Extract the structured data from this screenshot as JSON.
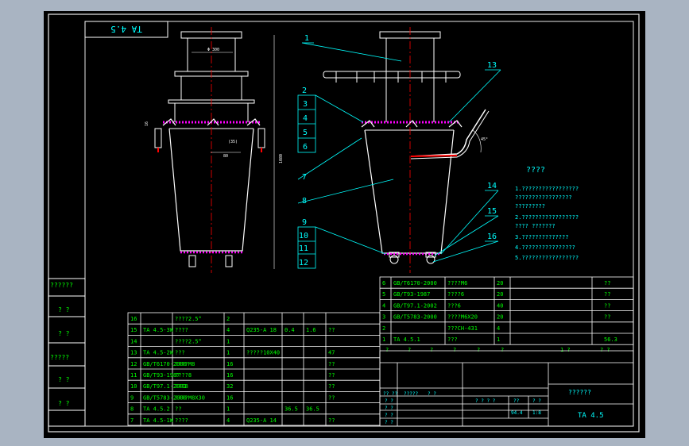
{
  "title_stamp": "TA 4.5",
  "drawing_name": "??????",
  "drawing_code": "TA 4.5",
  "tech_title": "????",
  "tech_notes": [
    "1.?????????????????",
    "  ?????????????????",
    "  ?????????",
    "2.?????????????????",
    "  ????  ???????",
    "3.??????????????",
    "4.????????????????",
    "5.?????????????????"
  ],
  "callouts": [
    "1",
    "2",
    "3",
    "4",
    "5",
    "6",
    "7",
    "8",
    "9",
    "10",
    "11",
    "12",
    "13",
    "14",
    "15",
    "16"
  ],
  "dimensions": {
    "d1": "Φ 300",
    "d2": "16",
    "d3": "(35)",
    "d4": "80",
    "d5": "1080",
    "angle": "45°"
  },
  "left_column_labels": [
    "??????",
    "? ?",
    "? ?",
    "?????",
    "? ?",
    "? ?"
  ],
  "bom_lower": [
    [
      "16",
      "",
      "????2.5°",
      "2",
      "",
      "",
      "",
      ""
    ],
    [
      "15",
      "TA 4.5-3W",
      "????",
      "4",
      "Q235-A 18",
      "0.4",
      "1.6",
      "??"
    ],
    [
      "14",
      "",
      "????2.5°",
      "1",
      "",
      "",
      "",
      ""
    ],
    [
      "13",
      "TA 4.5-2W",
      "???",
      "1",
      "?????10X40",
      "",
      "",
      "47"
    ],
    [
      "12",
      "GB/T6170-2000",
      "????M8",
      "16",
      "",
      "",
      "",
      "??"
    ],
    [
      "11",
      "GB/T93-1987",
      "????8",
      "16",
      "",
      "",
      "",
      "??"
    ],
    [
      "10",
      "GB/T97.1-2002",
      "???8",
      "32",
      "",
      "",
      "",
      "??"
    ],
    [
      "9",
      "GB/T5783-2000",
      "????M8X30",
      "16",
      "",
      "",
      "",
      "??"
    ],
    [
      "8",
      "TA 4.5.2",
      "??",
      "1",
      "",
      "36.5",
      "36.5",
      ""
    ],
    [
      "7",
      "TA 4.5-1W",
      "????",
      "4",
      "Q235-A 14",
      "",
      "",
      "??"
    ]
  ],
  "bom_upper": [
    [
      "6",
      "GB/T6170-2000",
      "????M6",
      "20",
      "??"
    ],
    [
      "5",
      "GB/T93-1987",
      "????6",
      "20",
      "??"
    ],
    [
      "4",
      "GB/T97.1-2002",
      "???6",
      "40",
      "??"
    ],
    [
      "3",
      "GB/T5783-2000",
      "????M6X20",
      "20",
      "??"
    ],
    [
      "2",
      "",
      "???CH-431",
      "4",
      ""
    ],
    [
      "1",
      "TA 4.5.1",
      "???",
      "1",
      "56.3"
    ]
  ],
  "title_block": {
    "r1": [
      "1",
      "?",
      "56.3"
    ],
    "r2": [
      "?",
      "?",
      "?",
      "?",
      "?",
      "?",
      "1 ?",
      "? ?"
    ],
    "sign_row": [
      "?? ??",
      "?????",
      "? ?"
    ],
    "rows": [
      "? ?",
      "? ?",
      "? ?",
      "? ?"
    ],
    "mid": [
      "? ? ? ?",
      "??",
      "? ?",
      "94.4",
      "1:8"
    ]
  }
}
